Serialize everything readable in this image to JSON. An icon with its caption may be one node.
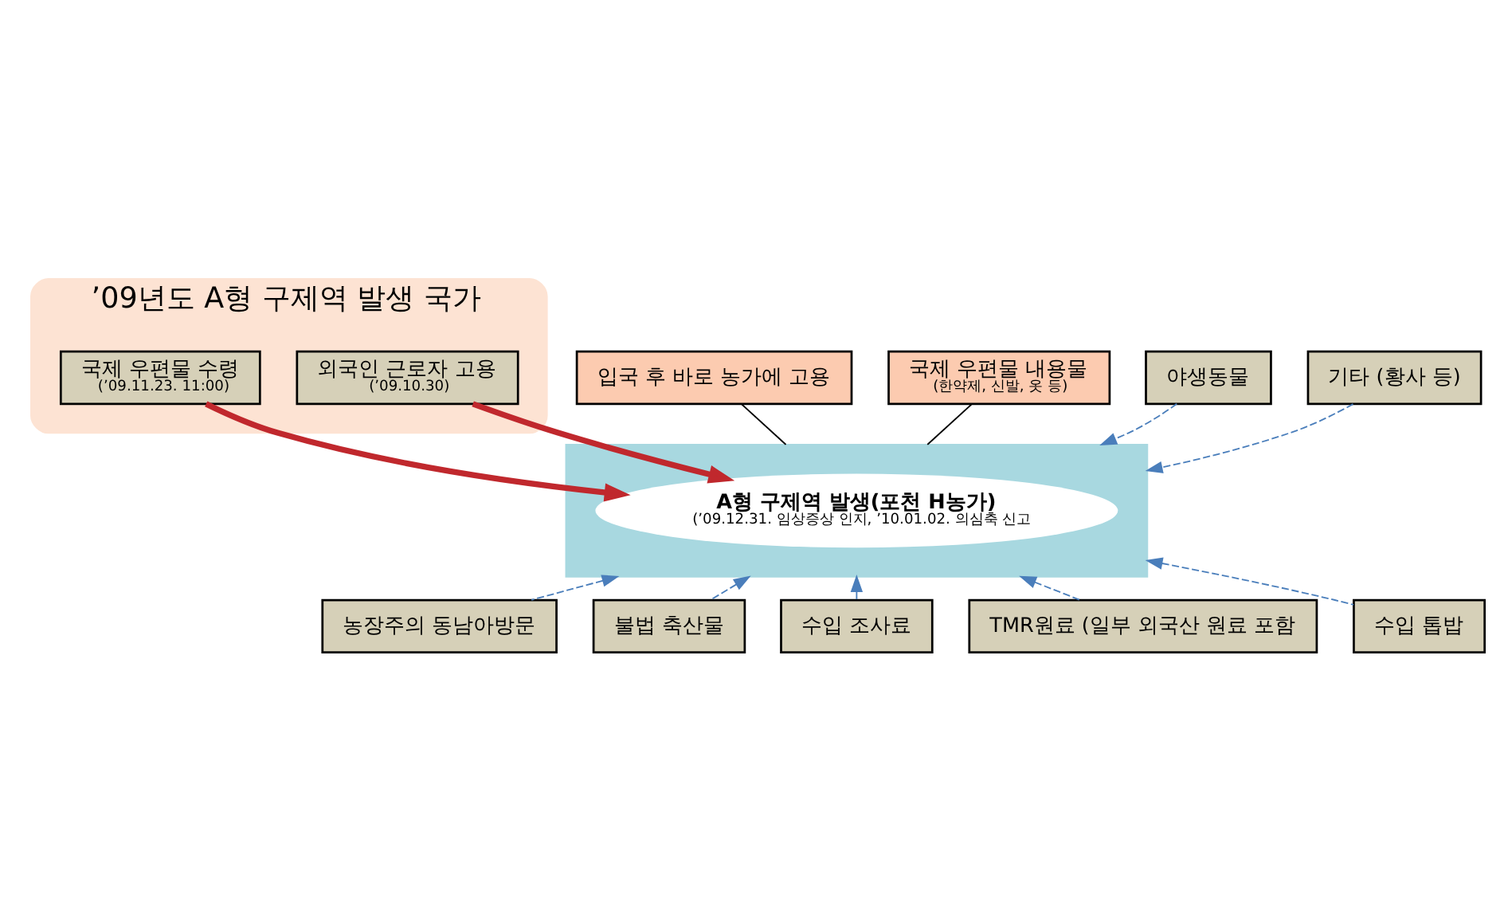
{
  "diagram": {
    "nodes": [
      {
        "text": [
          "’09년도 A형 구제역 발생 국가"
        ]
      },
      {
        "text": [
          "외국인 근로자 고용",
          "(’09.10.30)"
        ],
        "in": 0
      },
      {
        "text": [
          "국제 우편물 수령",
          "(’09.11.23. 11:00)"
        ],
        "in": 0
      },
      {
        "text": [
          "입국 후 바로 농가에 고용"
        ]
      },
      {
        "text": [
          "국제 우편물 내용물",
          "(한약제, 신발, 옷 등)"
        ]
      },
      {
        "text": [],
        "shape": "box"
      },
      {
        "text": [
          "A형 구제역 발생(포천 H농가)",
          "(’09.12.31. 임상증상 인지, ’10.01.02. 의심축 신고"
        ],
        "in": 5
      },
      {
        "text": [
          "야생동물"
        ]
      },
      {
        "text": [
          "기타 (황사 등)"
        ]
      },
      {
        "text": [
          "농장주의 동남아방문"
        ]
      },
      {
        "text": [
          "불법 축산물"
        ]
      },
      {
        "text": [
          "수입 조사료"
        ]
      },
      {
        "text": [
          "TMR원료 (일부 외국산 원료 포함"
        ]
      },
      {
        "text": [
          "수입 톱밥"
        ]
      }
    ],
    "edges": [
      {
        "from": 1,
        "to": 6,
        "arrow": "to",
        "style": "thick",
        "color": "#c0282d"
      },
      {
        "from": 2,
        "to": 6,
        "arrow": "to",
        "style": "thick",
        "color": "#c0282d"
      },
      {
        "from": 3,
        "to": 5,
        "arrow": "none",
        "color": "#000000"
      },
      {
        "from": 4,
        "to": 5,
        "arrow": "none",
        "color": "#000000"
      },
      {
        "from": 7,
        "to": 5,
        "arrow": "to",
        "style": "dashed",
        "color": "#4a7ebb"
      },
      {
        "from": 8,
        "to": 5,
        "arrow": "to",
        "style": "dashed",
        "color": "#4a7ebb"
      },
      {
        "from": 9,
        "to": 5,
        "arrow": "to",
        "style": "dashed",
        "color": "#4a7ebb"
      },
      {
        "from": 10,
        "to": 5,
        "arrow": "to",
        "style": "dashed",
        "color": "#4a7ebb"
      },
      {
        "from": 11,
        "to": 5,
        "arrow": "to",
        "style": "dashed",
        "color": "#4a7ebb"
      },
      {
        "from": 12,
        "to": 5,
        "arrow": "to",
        "style": "dashed",
        "color": "#4a7ebb"
      },
      {
        "from": 13,
        "to": 5,
        "arrow": "to",
        "style": "dashed",
        "color": "#4a7ebb"
      }
    ]
  }
}
